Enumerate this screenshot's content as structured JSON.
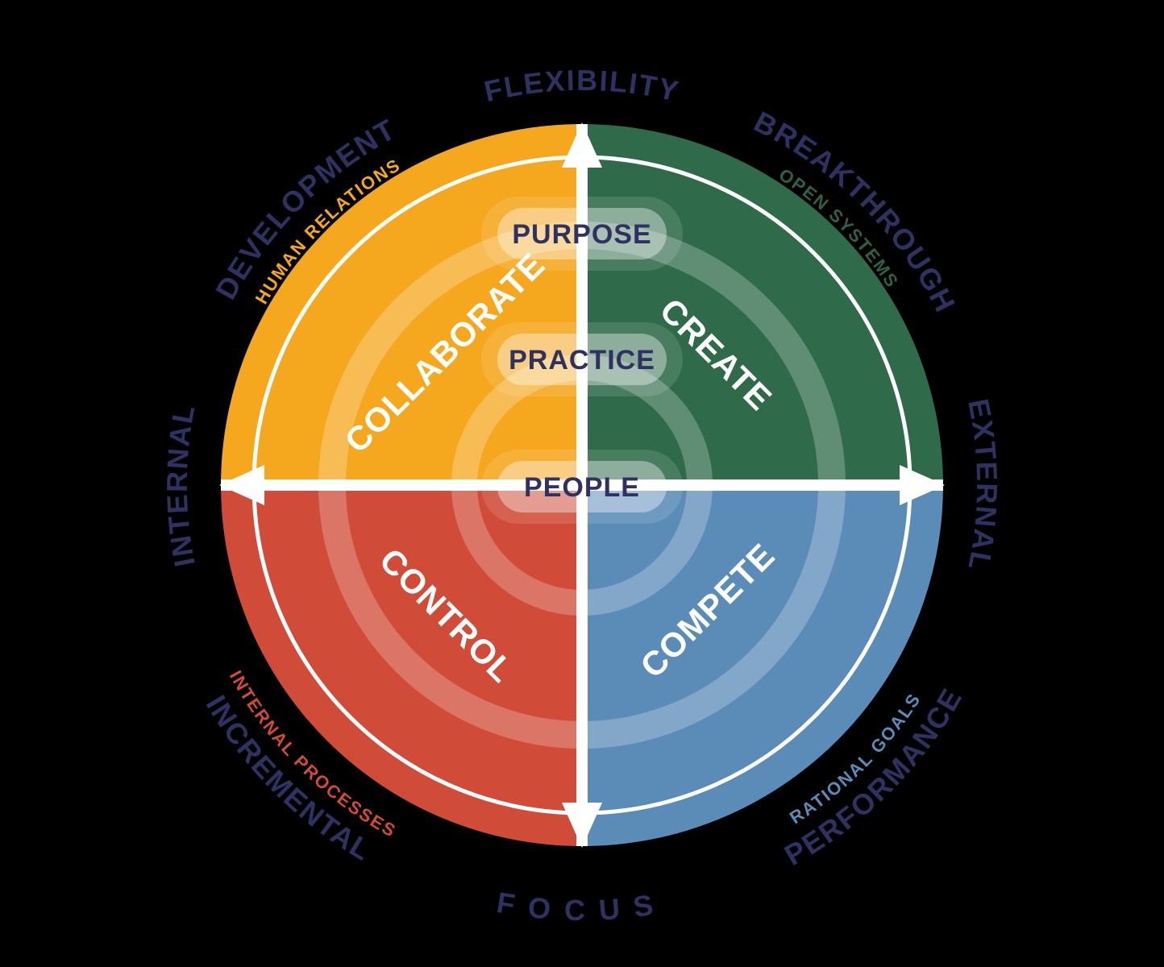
{
  "colors": {
    "background": "#000000",
    "navy_text": "#2F3161",
    "white": "#FFFFFF",
    "collaborate_orange": "#F5A71E",
    "create_green": "#2F6B4A",
    "control_red": "#D04C38",
    "compete_blue": "#5B8CB8"
  },
  "outer_axis_labels": {
    "top": "FLEXIBILITY",
    "top_left": "DEVELOPMENT",
    "top_right": "BREAKTHROUGH",
    "left": "INTERNAL",
    "right": "EXTERNAL",
    "bottom_left": "INCREMENTAL",
    "bottom_right": "PERFORMANCE",
    "bottom": "FOCUS"
  },
  "model_labels": {
    "human_relations": "HUMAN RELATIONS",
    "open_systems": "OPEN SYSTEMS",
    "internal_processes": "INTERNAL PROCESSES",
    "rational_goals": "RATIONAL GOALS"
  },
  "quadrants": {
    "collaborate": "COLLABORATE",
    "create": "CREATE",
    "control": "CONTROL",
    "compete": "COMPETE"
  },
  "center_labels": {
    "purpose": "PURPOSE",
    "practice": "PRACTICE",
    "people": "PEOPLE"
  }
}
